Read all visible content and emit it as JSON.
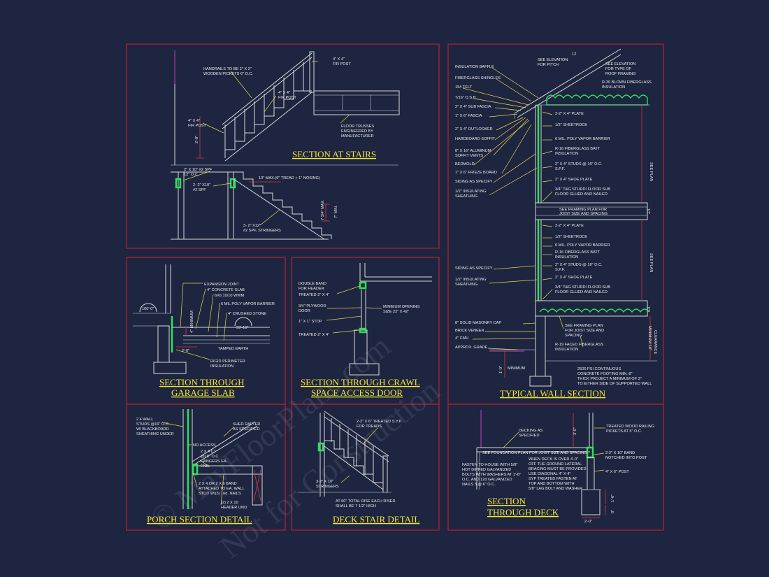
{
  "titles": {
    "stairs": "SECTION AT STAIRS",
    "garage_1": "SECTION THROUGH",
    "garage_2": "GARAGE SLAB",
    "crawl_1": "SECTION THROUGH CRAWL",
    "crawl_2": "SPACE ACCESS DOOR",
    "wall": "TYPICAL WALL SECTION",
    "porch": "PORCH SECTION DETAIL",
    "deckstair": "DECK STAIR DETAIL",
    "deck_1": "SECTION",
    "deck_2": "THROUGH DECK"
  },
  "stairs_notes": {
    "handrail_1": "HANDRAILS TO BE 2\" X 2\"",
    "handrail_2": "WOODEN PICKETS 6\" O.C.",
    "post_a_1": "4\" X 4\"",
    "post_a_2": "FIR POST",
    "post_b_1": "4\" X 4\"",
    "post_b_2": "FIR POST",
    "post_c_1": "4\" X 4\"",
    "post_c_2": "FIR POST",
    "trusses_1": "FLOOR TRUSSES",
    "trusses_2": "ENGINEERED BY",
    "trusses_3": "MANUFACTURER",
    "dim_28": "2'-8\"",
    "joist_1": "2\" X 10\" #2 SPF",
    "joist_2": "12\" O.C.",
    "header_1": "2- 2\" X10\"",
    "header_2": "#2 SPF",
    "tread": "10\" MAX.(9\" TREAD + 1\" NOSING)",
    "riser_1": "7 3/4\" MAX.",
    "riser_2": "7\" MIN.",
    "stringer_1": "3- 2\" X12\"",
    "stringer_2": "#2 SPF, STRINGERS"
  },
  "garage_notes": {
    "n1": "EXPANSION JOINT",
    "n2": "4\" CONCRETE SLAB",
    "n3": "6X6 10/10 WWM",
    "n4": "6 MIL POLY VAPOR BARRIER",
    "n5": "4\" CRUSHED STONE",
    "n6": "TAMPED EARTH",
    "n7": "RIGID PERIMETER",
    "n8": "INSULATION",
    "d1": "100'-0\"",
    "d2": "99'-10\"",
    "d3": "2'-0\"",
    "d4": "4\" MINIMUM"
  },
  "crawl_notes": {
    "n1": "DOUBLE BAND",
    "n2": "FOR HEADER",
    "n3": "TREATED 2\" X 4\"",
    "n4": "3/4\" PLYWOOD",
    "n5": "DOOR",
    "n6": "1\" X 1\" STOP",
    "n7": "TREATED 2\" X 4\"",
    "n8": "MINIMUM OPENING",
    "n9": "SIZE 22\" X 42\""
  },
  "wall_notes": {
    "left": [
      "INSULATION BAFFLE",
      "FIBERGLASS SHINGLES",
      "15# FELT",
      "7/16\" O.S.B.",
      "2\" X 4\" SUB FASCIA",
      "1\" X 6\" FASCIA",
      "2\" X 4\" OUTLOOKER",
      "HARDBOARD SOFFIT",
      "8\" X 16\" ALUMINUM",
      "SOFFIT VENTS",
      "BEDMOLD",
      "1\" X 6\" FRIEZE BOARD",
      "SIDING AS SPECIFY",
      "1/2\" INSULATING",
      "SHEATHING",
      "SIDING AS SPECIFY",
      "1/2\" INSULATING",
      "SHEATHING",
      "8\" SOLID MASONRY CAP",
      "BRICK VENEER",
      "4\" CMU",
      "APPROX. GRADE"
    ],
    "top_1": "SEE ELEVATION",
    "top_2": "FOR PITCH",
    "pitch": "12",
    "roof_1": "SEE ELEVATION",
    "roof_2": "FOR TYPE OF",
    "roof_3": "ROOF FRAMING",
    "r30_1": "R-30 BLOWN FIBERGLASS",
    "r30_2": "INSULATION",
    "right": [
      "2-2\" X 4\" PLATE",
      "1/2\" SHEETROCK",
      "6 MIL. POLY VAPOR BARRIER",
      "R-16 FIBERGLASS BATT",
      "INSULATION",
      "2\" X 4\" STUDS @ 16\" O.C.",
      "S.P.F.",
      "2\" X 4\" SHOE PLATE",
      "3/4\" T&G STURDI FLOOR SUB",
      "FLOOR GLUED AND NAILED",
      "SEE FRAMING PLAN FOR",
      "JOIST SIZE AND SPACING",
      "2-2\" X 4\" PLATE",
      "1/2\" SHEETROCK",
      "6 MIL. POLY VAPOR BARRIER",
      "R-16 FIBERGLASS BATT",
      "INSULATION",
      "2\" X 4\" STUDS @ 16\" O.C.",
      "S.P.F.",
      "2\" X 4\" SHOE PLATE",
      "3/4\" T&G STURDI FLOOR SUB",
      "FLOOR GLUED AND NAILED",
      "SEE FRAMING PLAN",
      "FOR JOIST SIZE AND",
      "SPACING",
      "R-19 FACED FIBERGLASS",
      "INSULATION"
    ],
    "see_plan_a": "SEE PLAN",
    "see_plan_b": "SEE PLAN",
    "dim_10a": "10\"",
    "dim_10b": "10\"",
    "clearance_1": "MINIMUM 18\"",
    "clearance_2": "CLEARANCE",
    "minimum": "MINIMUM",
    "dim_10c": "1'-0\"",
    "footing_1": "2500 PSI CONTINUOUS",
    "footing_2": "CONCRETE FOOTING MIN. 8\"",
    "footing_3": "THICK PROJECT A MINIMUM OF 3\"",
    "footing_4": "TO EITHER SIDE OF SUPPORTED WALL"
  },
  "porch_notes": {
    "n1": "2 4 WALL",
    "n2": "STUDS @16\" O.C.",
    "n3": "W/ BLACKBOARD",
    "n4": "SHEATHING UNDER",
    "n5": "NO ACCESS",
    "n6": "SHED RAFTER",
    "n7": "AS SPECIFIED",
    "n8": "2 X 4 CJ",
    "n9": "@16\" O.C.",
    "n10": "HANGERS EA.",
    "n11": "END",
    "n12": "2 X 4 OR 2 X 6 BAND",
    "n13": "ATTACHED TO EA. WALL",
    "n14": "STUD W/(3) 16d. NAILS",
    "n15": "(2) 2 X 10",
    "n16": "HEADER UNO"
  },
  "deckstair_notes": {
    "n1": "2-2\" X 6\" TREATED S.Y.P.",
    "n2": "FOR TREADS",
    "n3": "3-2\" X 10\"",
    "n4": "STRINGERS",
    "n5": "AT 60\" TOTAL RISE EACH RISER",
    "n6": "SHALL BE 7 1/2\" HIGH"
  },
  "deck_notes": {
    "n1": "DECKING AS",
    "n2": "SPECIFIED",
    "n3": "TREATED WOOD RAILING",
    "n4": "PICKETS AT 5\" O.C.",
    "n5": "SEE FOUNDATION PLAN FOR JOIST SIZE AND SPACING",
    "n6": "2-2\" X 10\" BAND",
    "n7": "NOTCHED INTO POST",
    "n8": "4\" X 6\" POST",
    "f1": "FASTEN TO HOUSE WITH 5/8\"",
    "f2": "HOT DIPPED GALVANIZED",
    "f3": "BOLTS WITH WASHERS AT 1'-8\"",
    "f4": "O.C. AND 12d GALVANIZED",
    "f5": "NAILS 3 @ 6\" O.C.",
    "w1": "WHEN DECK IS OVER 4'-0\"",
    "w2": "OFF THE GROUND LATERAL",
    "w3": "BRACING MUST BE PROVIDED",
    "w4": "USE DIAGONAL 4\" X 4\"",
    "w5": "SYP TREATED FASTEN AT",
    "w6": "TOP AND BOTTOM WITH",
    "w7": "5/8\" LAG BOLT AND WASHER",
    "d1": "3'-0\"",
    "d2": "1'-6\"",
    "d3": "8\"",
    "d4": "2'-0\""
  }
}
